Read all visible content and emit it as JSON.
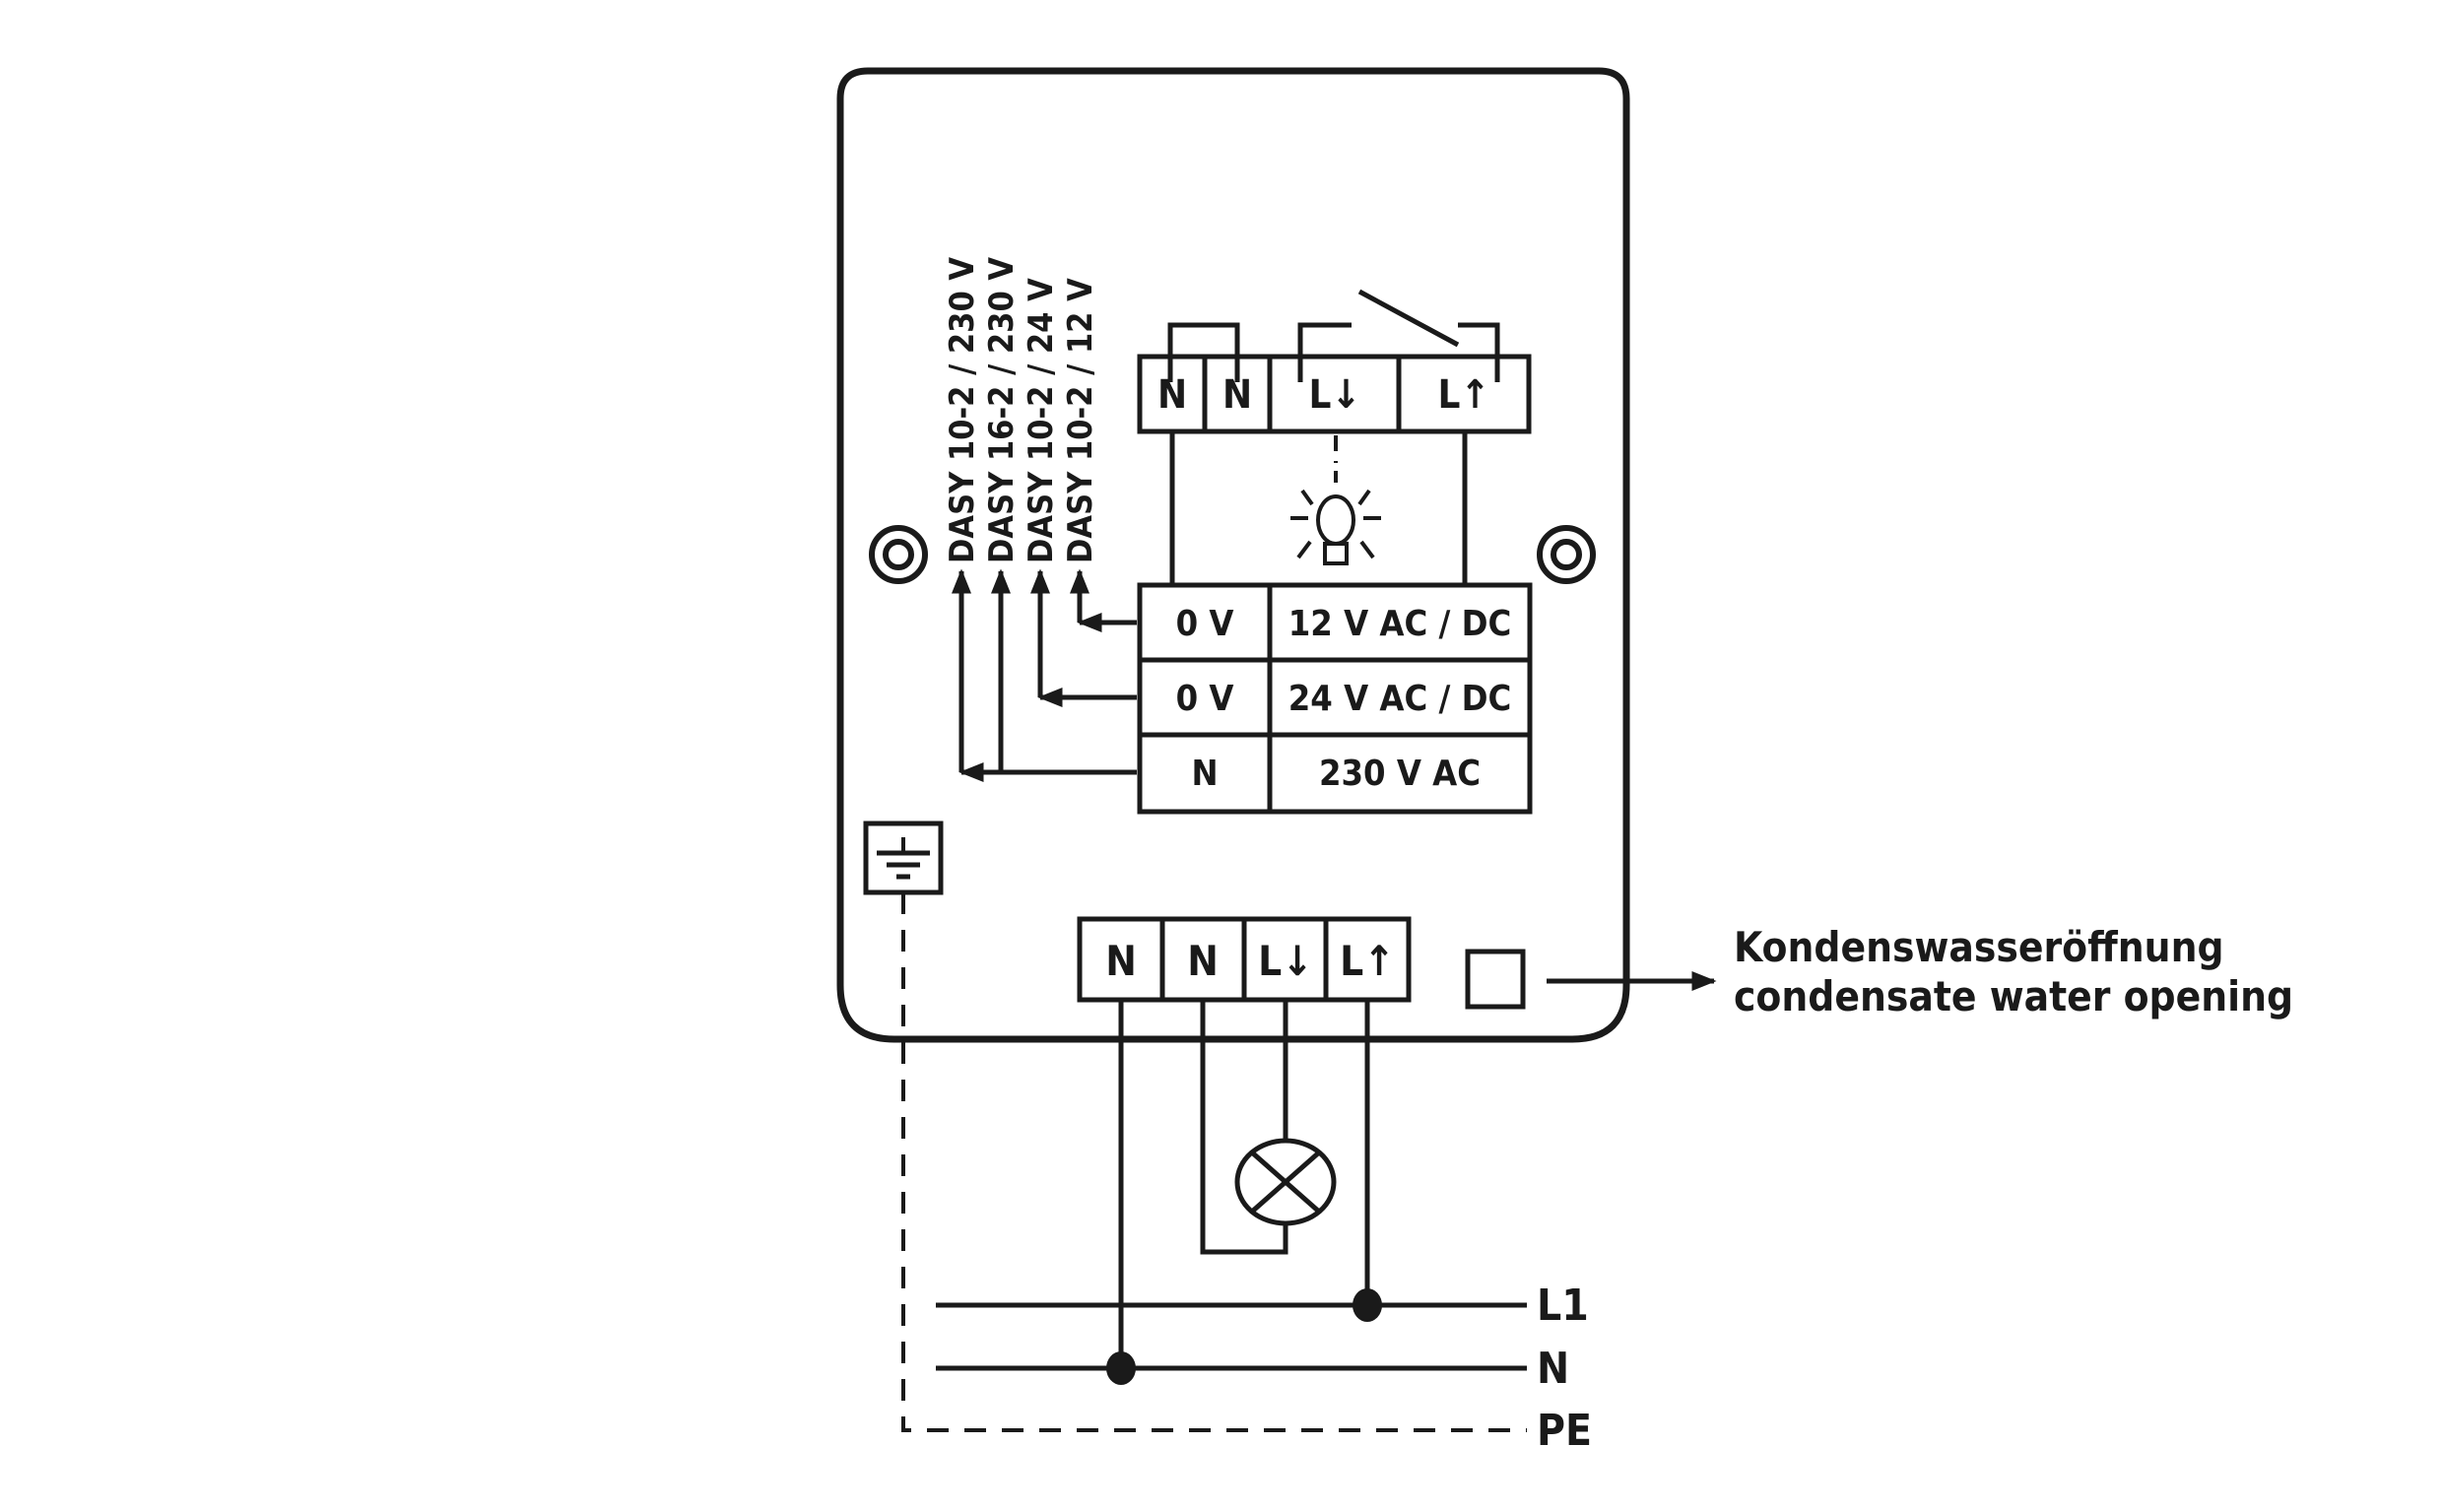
{
  "diagram": {
    "type": "wiring-diagram",
    "colors": {
      "ink": "#1a1a1a",
      "background": "#ffffff"
    },
    "model_labels": [
      "DASY 10-2 / 230 V",
      "DASY 16-2 / 230 V",
      "DASY 10-2 / 24 V",
      "DASY 10-2 / 12 V"
    ],
    "upper_terminals": [
      "N",
      "N",
      "L↓",
      "L↑"
    ],
    "supply_table": [
      {
        "left": "0 V",
        "right": "12 V AC / DC"
      },
      {
        "left": "0 V",
        "right": "24 V AC / DC"
      },
      {
        "left": "N",
        "right": "230 V AC"
      }
    ],
    "lower_terminals": [
      "N",
      "N",
      "L↓",
      "L↑"
    ],
    "condensate_label_de": "Kondenswasseröffnung",
    "condensate_label_en": "condensate water opening",
    "bus_lines": [
      "L1",
      "N",
      "PE"
    ],
    "icons": [
      "mounting-hole-icon",
      "lamp-icon",
      "earth-ground-icon",
      "lamp-load-icon",
      "switch-contact-icon"
    ]
  }
}
